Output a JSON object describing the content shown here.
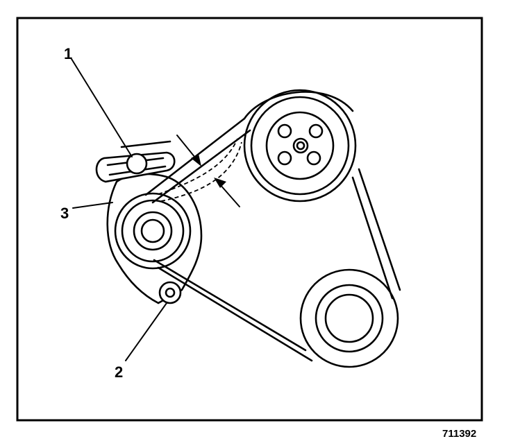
{
  "callouts": {
    "c1": "1",
    "c2": "2",
    "c3": "3"
  },
  "figure_number": "711392"
}
